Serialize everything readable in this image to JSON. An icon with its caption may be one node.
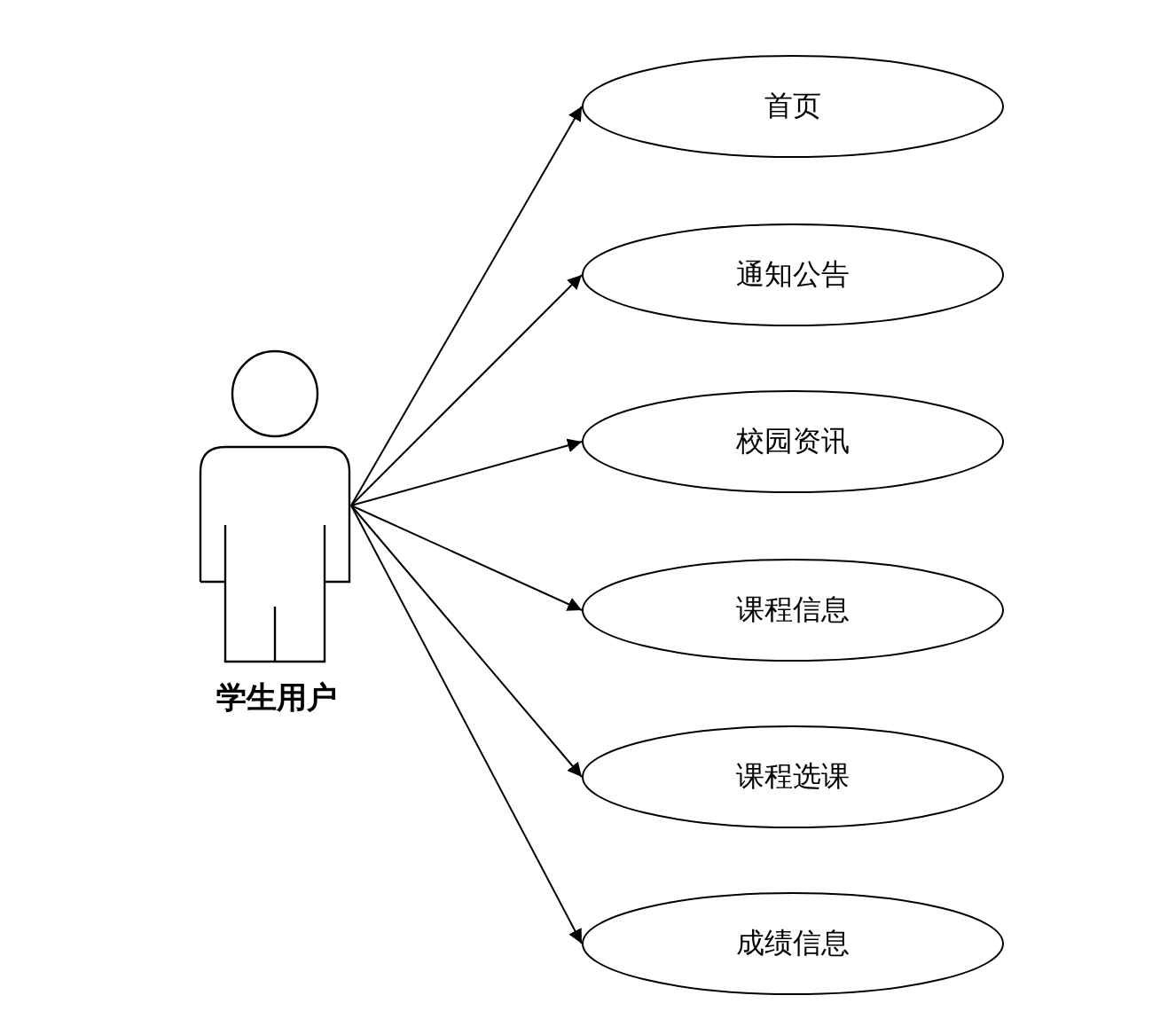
{
  "diagram": {
    "nodes": [
      {
        "text": [
          "学生用户"
        ]
      },
      {
        "text": [
          "首页"
        ]
      },
      {
        "text": [
          "通知公告"
        ]
      },
      {
        "text": [
          "校园资讯"
        ]
      },
      {
        "text": [
          "课程信息"
        ]
      },
      {
        "text": [
          "课程选课"
        ]
      },
      {
        "text": [
          "成绩信息"
        ]
      }
    ],
    "edges": [
      {
        "from": 0,
        "to": 1,
        "arrow": "to"
      },
      {
        "from": 0,
        "to": 2,
        "arrow": "to"
      },
      {
        "from": 0,
        "to": 3,
        "arrow": "to"
      },
      {
        "from": 0,
        "to": 4,
        "arrow": "to"
      },
      {
        "from": 0,
        "to": 5,
        "arrow": "to"
      },
      {
        "from": 0,
        "to": 6,
        "arrow": "to"
      }
    ]
  }
}
